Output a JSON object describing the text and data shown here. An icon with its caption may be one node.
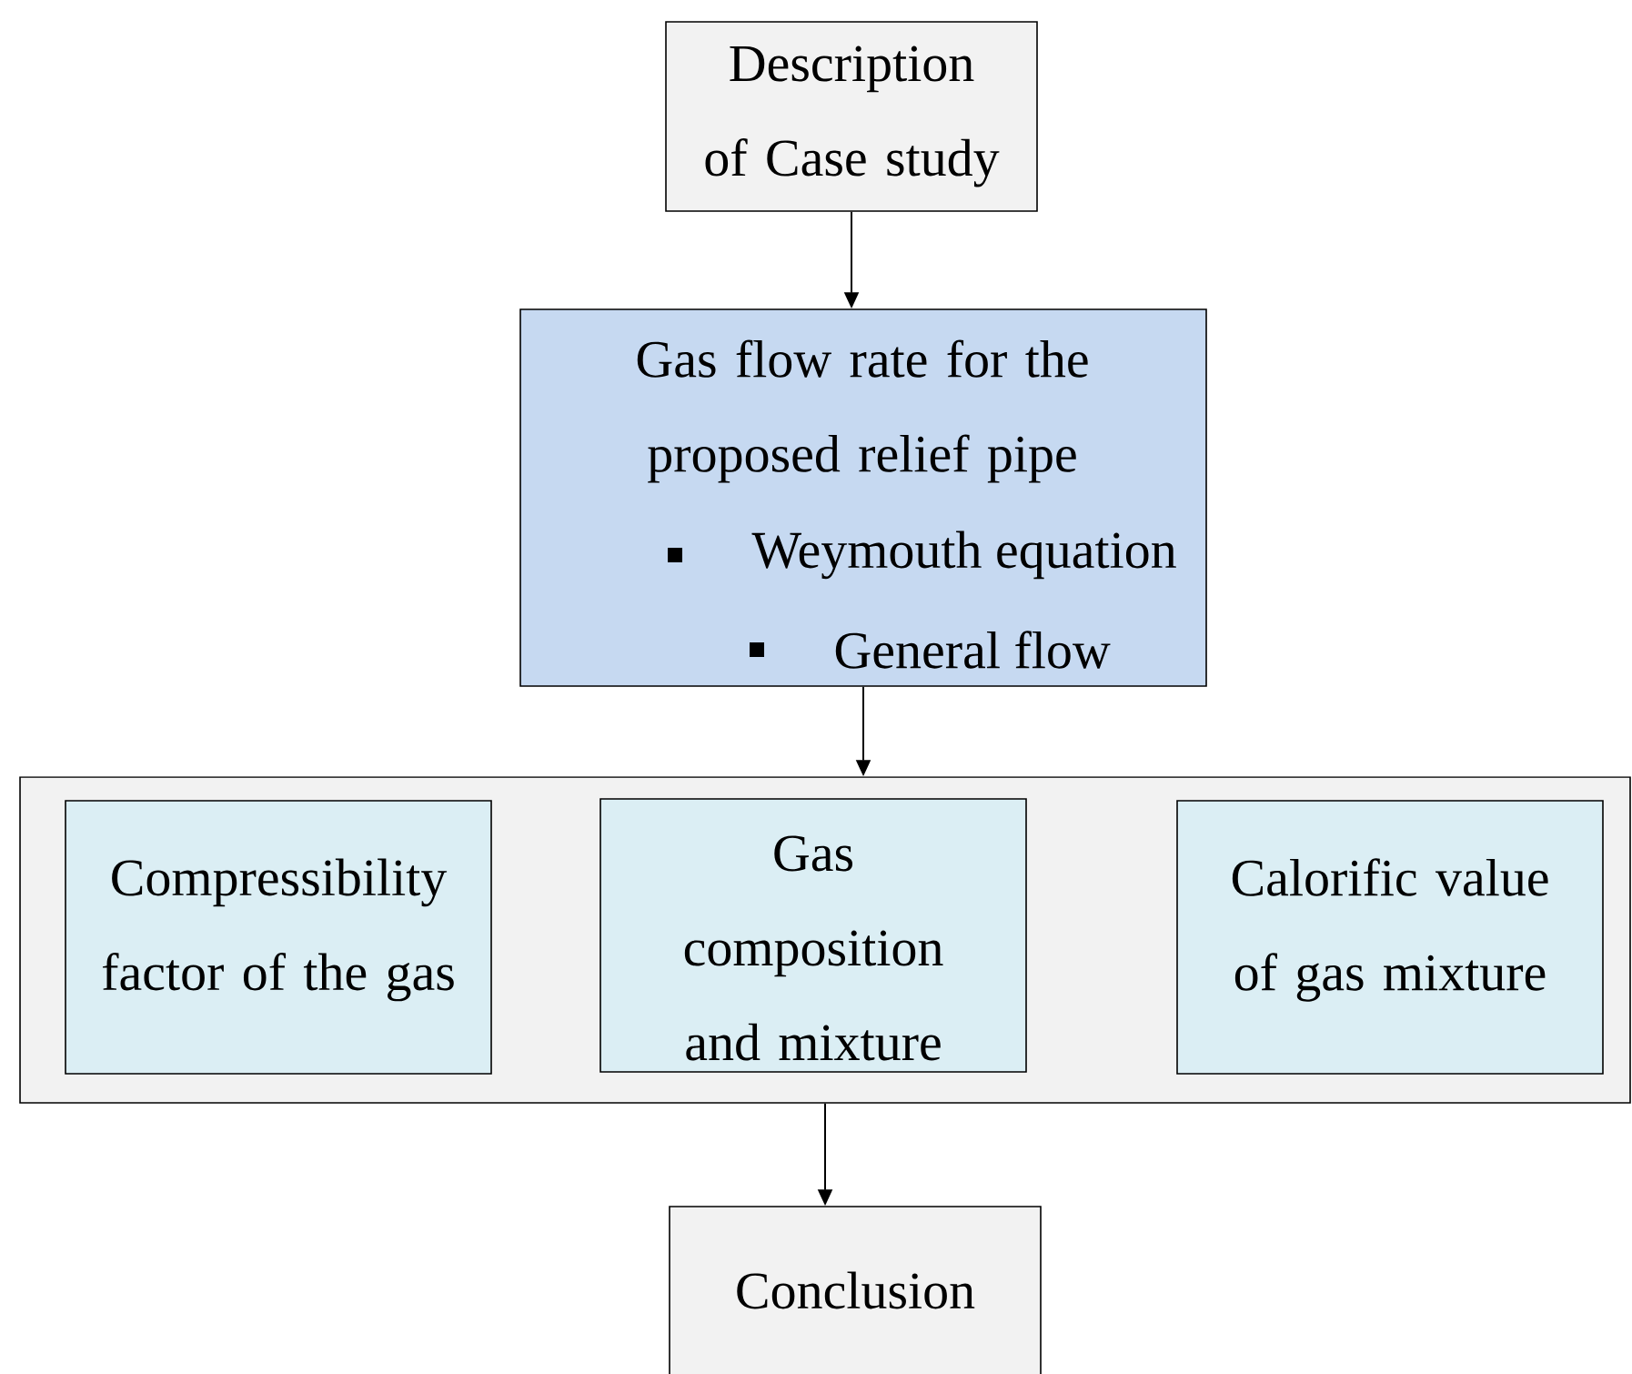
{
  "diagram": {
    "nodes": [
      {
        "text": [
          "Description of Case study"
        ]
      },
      {
        "text": [
          "Gas flow rate for the proposed relief pipe",
          "Weymouth equation",
          "General flow"
        ]
      },
      {
        "text": [],
        "shape": "box"
      },
      {
        "text": [
          "Compressibility factor of the gas"
        ],
        "in": 2
      },
      {
        "text": [
          "Gas composition and mixture"
        ],
        "in": 2
      },
      {
        "text": [
          "Calorific value of gas mixture"
        ],
        "in": 2
      },
      {
        "text": [
          "Conclusion"
        ]
      }
    ],
    "edges": [
      {
        "from": 0,
        "to": 1,
        "arrow": "to"
      },
      {
        "from": 1,
        "to": 2,
        "arrow": "to"
      },
      {
        "from": 2,
        "to": 6,
        "arrow": "to"
      }
    ]
  }
}
